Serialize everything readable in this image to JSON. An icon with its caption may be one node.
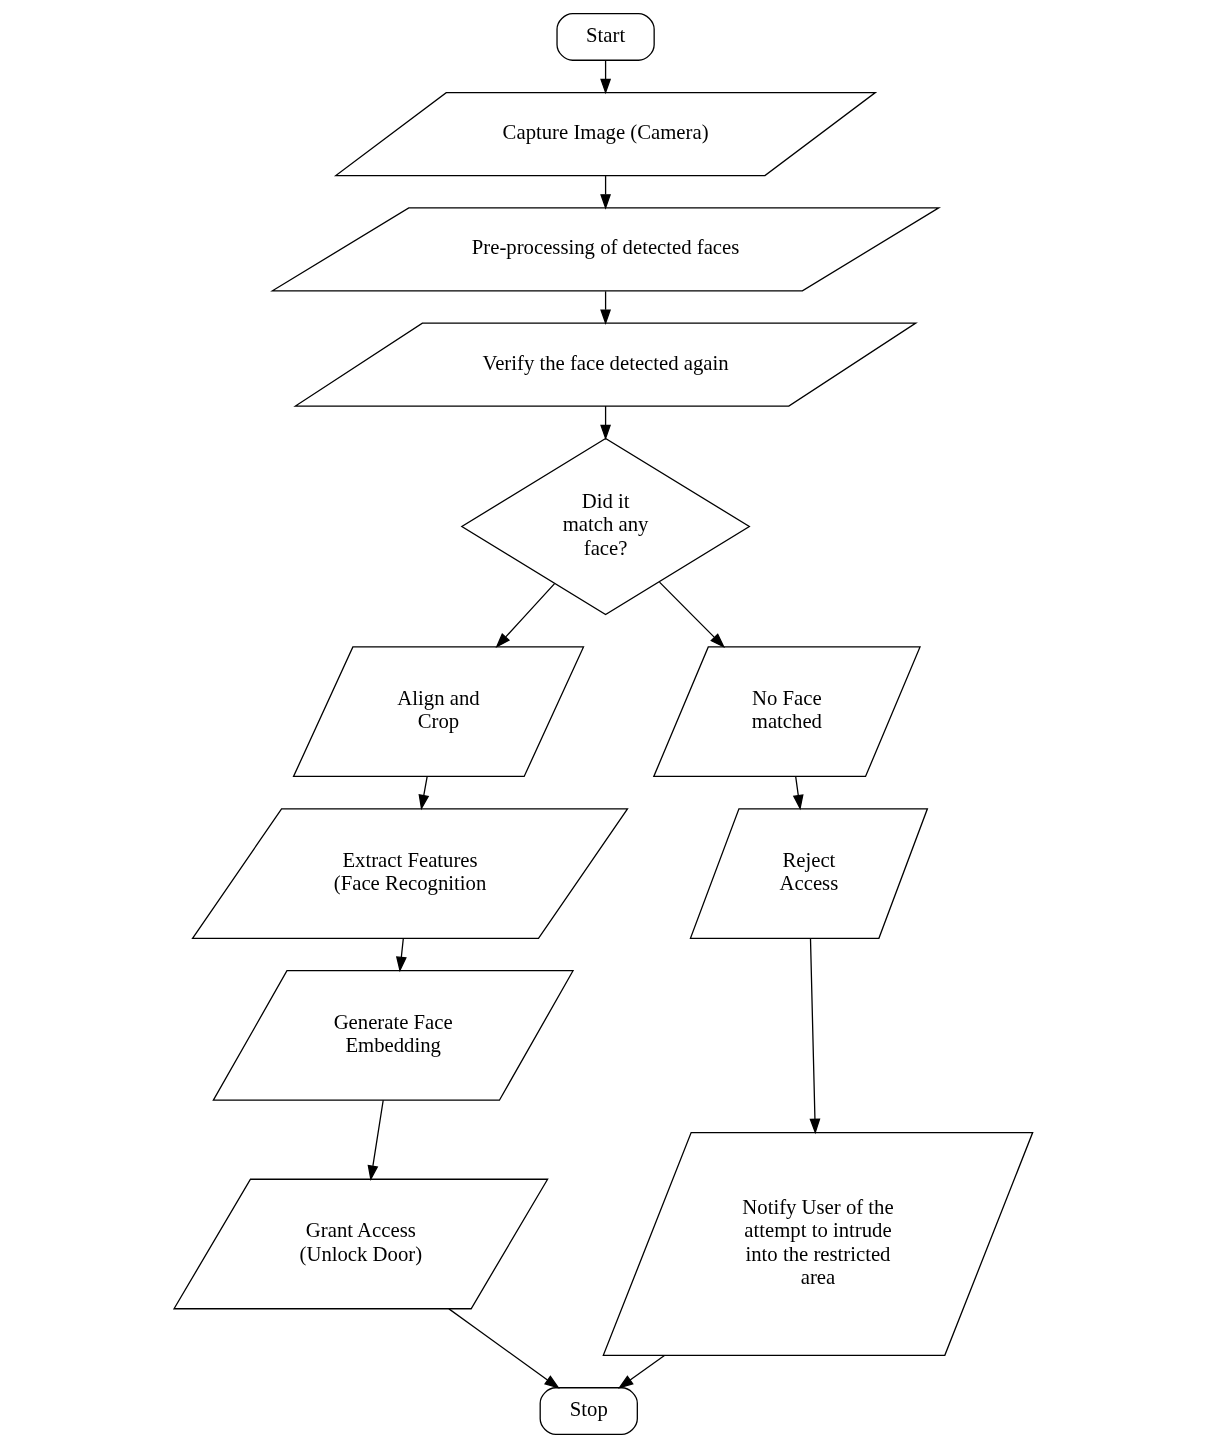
{
  "diagram": {
    "nodes": [
      {
        "text": [
          "Start"
        ]
      },
      {
        "text": [
          "Capture Image (Camera)"
        ]
      },
      {
        "text": [
          "Pre-processing of detected faces"
        ]
      },
      {
        "text": [
          "Verify the face detected again"
        ]
      },
      {
        "text": [
          "Did it match any face?"
        ]
      },
      {
        "text": [
          "Align and Crop"
        ]
      },
      {
        "text": [
          "Extract Features (Face Recognition"
        ]
      },
      {
        "text": [
          "Generate Face Embedding"
        ]
      },
      {
        "text": [
          "Grant Access (Unlock Door)"
        ]
      },
      {
        "text": [
          "No Face matched"
        ]
      },
      {
        "text": [
          "Reject Access"
        ]
      },
      {
        "text": [
          "Notify User of the attempt to intrude into the restricted area"
        ]
      },
      {
        "text": [
          "Stop"
        ]
      }
    ],
    "edges": [
      {
        "from": 0,
        "to": 1,
        "arrow": "to"
      },
      {
        "from": 1,
        "to": 2,
        "arrow": "to"
      },
      {
        "from": 2,
        "to": 3,
        "arrow": "to"
      },
      {
        "from": 3,
        "to": 4,
        "arrow": "to"
      },
      {
        "from": 4,
        "to": 5,
        "arrow": "to"
      },
      {
        "from": 4,
        "to": 9,
        "arrow": "to"
      },
      {
        "from": 5,
        "to": 6,
        "arrow": "to"
      },
      {
        "from": 6,
        "to": 7,
        "arrow": "to"
      },
      {
        "from": 7,
        "to": 8,
        "arrow": "to"
      },
      {
        "from": 8,
        "to": 12,
        "arrow": "to"
      },
      {
        "from": 9,
        "to": 10,
        "arrow": "to"
      },
      {
        "from": 10,
        "to": 11,
        "arrow": "to"
      },
      {
        "from": 11,
        "to": 12,
        "arrow": "to"
      }
    ]
  }
}
